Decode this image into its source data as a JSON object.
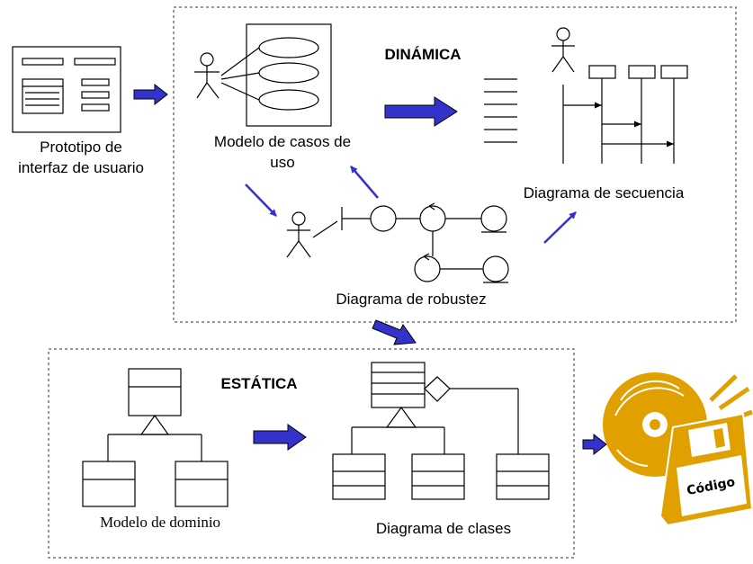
{
  "labels": {
    "prototipo_line1": "Prototipo de",
    "prototipo_line2": "interfaz  de usuario",
    "casos_uso_line1": "Modelo de casos de",
    "casos_uso_line2": "uso",
    "dinamica": "DINÁMICA",
    "diagrama_secuencia": "Diagrama de secuencia",
    "diagrama_robustez": "Diagrama de robustez",
    "estatica": "ESTÁTICA",
    "modelo_dominio": "Modelo de dominio",
    "diagrama_clases": "Diagrama de clases",
    "codigo": "Código"
  },
  "colors": {
    "arrow_blue": "#3333cc",
    "disc_orange": "#e0a000"
  }
}
